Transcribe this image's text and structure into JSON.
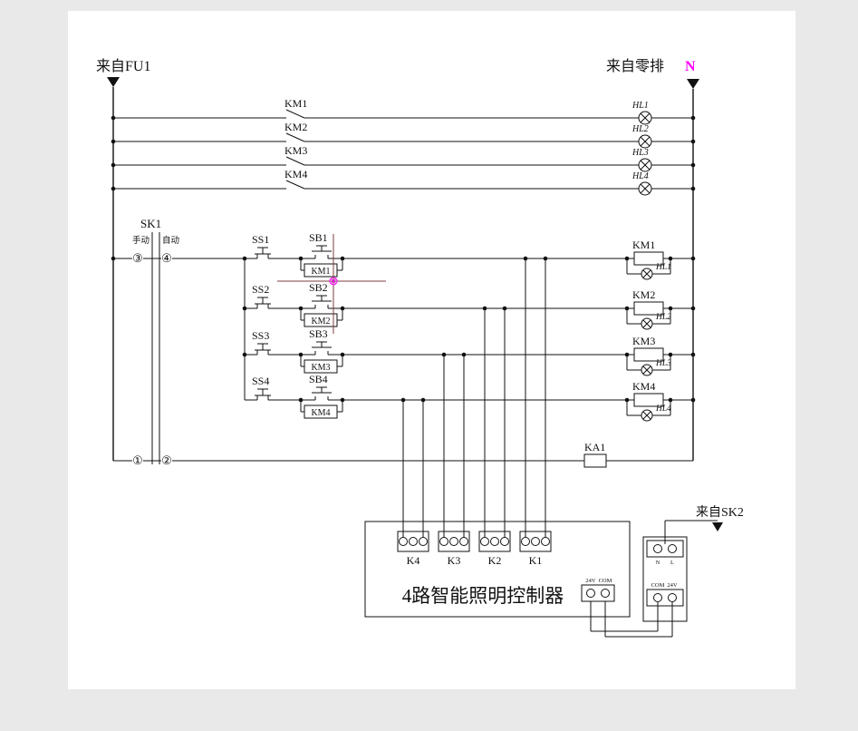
{
  "colors": {
    "background": "#e9e9e9",
    "paper": "#ffffff",
    "line": "#111111",
    "highlight": "#ff00ff",
    "crosshair": "#7d3c3c"
  },
  "sources": {
    "fu1": "来自FU1",
    "neutral": "来自零排",
    "neutral_phase": "N",
    "sk2": "来自SK2"
  },
  "power_rows": [
    {
      "contact": "KM1",
      "lamp": "HL1"
    },
    {
      "contact": "KM2",
      "lamp": "HL2"
    },
    {
      "contact": "KM3",
      "lamp": "HL3"
    },
    {
      "contact": "KM4",
      "lamp": "HL4"
    }
  ],
  "selector": {
    "label": "SK1",
    "manual": "手动",
    "auto": "自动",
    "terminals": [
      "③",
      "④",
      "①",
      "②"
    ]
  },
  "control_rows": [
    {
      "stop": "SS1",
      "start": "SB1",
      "aux": "KM1",
      "coil": "KM1",
      "lamp": "HL1"
    },
    {
      "stop": "SS2",
      "start": "SB2",
      "aux": "KM2",
      "coil": "KM2",
      "lamp": "HL2"
    },
    {
      "stop": "SS3",
      "start": "SB3",
      "aux": "KM3",
      "coil": "KM3",
      "lamp": "HL3"
    },
    {
      "stop": "SS4",
      "start": "SB4",
      "aux": "KM4",
      "coil": "KM4",
      "lamp": "HL4"
    }
  ],
  "relay": {
    "label": "KA1"
  },
  "controller": {
    "title": "4路智能照明控制器",
    "outputs": [
      "K4",
      "K3",
      "K2",
      "K1"
    ],
    "aux_terminals": [
      "24V",
      "COM"
    ]
  },
  "sk2_box": {
    "top_terminals": [
      "N",
      "L"
    ],
    "bottom_terminals": [
      "COM",
      "24V"
    ]
  }
}
